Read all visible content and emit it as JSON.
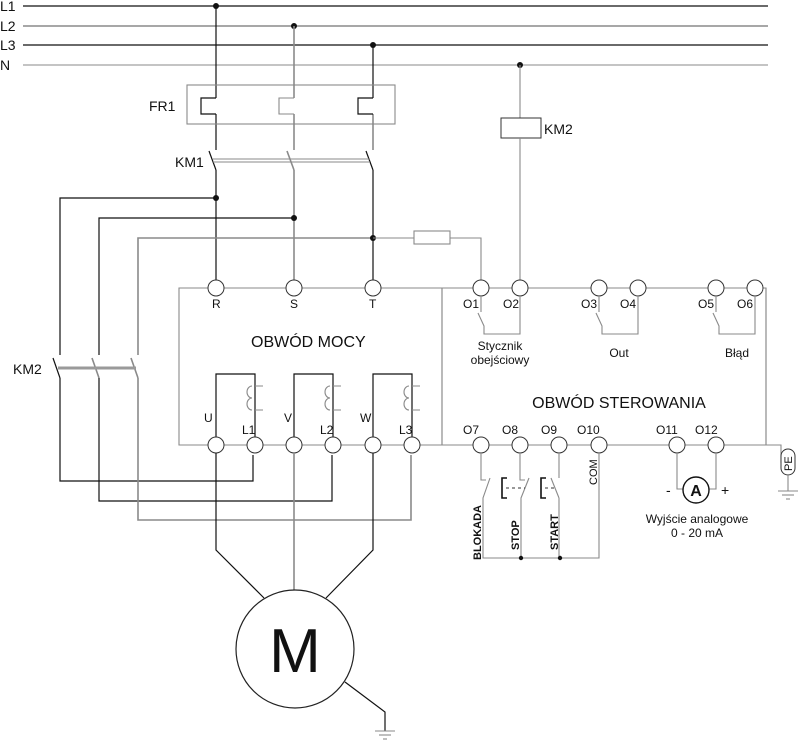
{
  "bus": {
    "lines": [
      {
        "id": "L1",
        "label": "L1"
      },
      {
        "id": "L2",
        "label": "L2"
      },
      {
        "id": "L3",
        "label": "L3"
      },
      {
        "id": "N",
        "label": "N"
      }
    ]
  },
  "components": {
    "fr1": "FR1",
    "km1": "KM1",
    "km2_coil": "KM2",
    "km2_contacts": "KM2",
    "motor": "M"
  },
  "power_circuit": {
    "title": "OBWÓD MOCY",
    "input_terminals": [
      "R",
      "S",
      "T"
    ],
    "output_terminals": [
      "U",
      "L1",
      "V",
      "L2",
      "W",
      "L3"
    ]
  },
  "control_circuit": {
    "title": "OBWÓD STEROWANIA",
    "top_terminals": [
      "O1",
      "O2",
      "O3",
      "O4",
      "O5",
      "O6"
    ],
    "relay_groups": [
      {
        "label_line1": "Stycznik",
        "label_line2": "obejściowy"
      },
      {
        "label_line1": "Out",
        "label_line2": ""
      },
      {
        "label_line1": "Błąd",
        "label_line2": ""
      }
    ],
    "bottom_terminals": [
      "O7",
      "O8",
      "O9",
      "O10",
      "O11",
      "O12"
    ],
    "inputs": {
      "blokada": "BLOKADA",
      "stop": "STOP",
      "start": "START",
      "com": "COM"
    },
    "pe": "PE",
    "analog": {
      "meter": "A",
      "minus": "-",
      "plus": "+",
      "label_line1": "Wyjście analogowe",
      "label_line2": "0 - 20 mA"
    }
  }
}
